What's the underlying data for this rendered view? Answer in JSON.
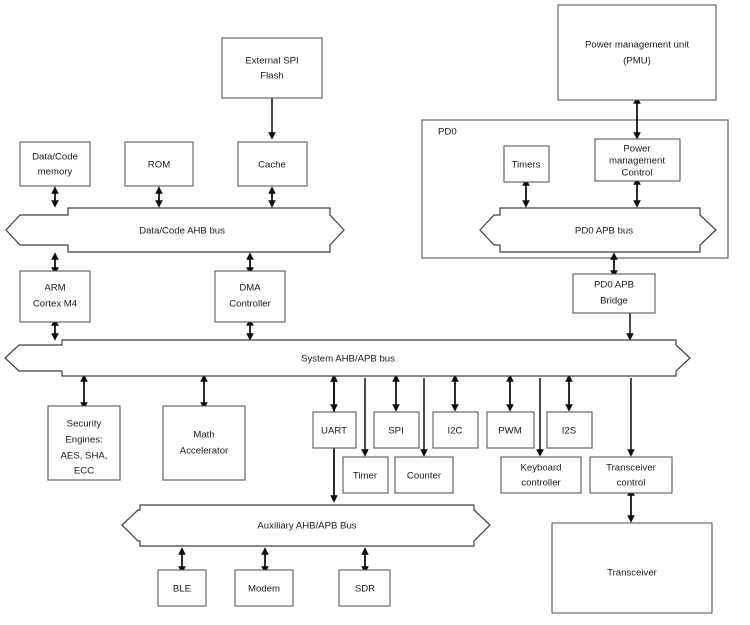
{
  "diagram": {
    "title": "SoC block diagram",
    "colors": {
      "box_stroke": "#5a5a5a",
      "bus_stroke": "#3f3f3f",
      "arrow": "#0d0d0d",
      "background": "#ffffff",
      "text": "#1a1a1a"
    },
    "blocks": [
      {
        "id": "external-spi-flash",
        "lines": [
          "External SPI",
          "Flash"
        ]
      },
      {
        "id": "data-code-memory",
        "lines": [
          "Data/Code",
          "memory"
        ]
      },
      {
        "id": "rom",
        "lines": [
          "ROM"
        ]
      },
      {
        "id": "cache",
        "lines": [
          "Cache"
        ]
      },
      {
        "id": "arm-cortex-m4",
        "lines": [
          "ARM",
          "Cortex M4"
        ]
      },
      {
        "id": "dma-controller",
        "lines": [
          "DMA",
          "Controller"
        ]
      },
      {
        "id": "security-engines",
        "lines": [
          "Security",
          "Engines:",
          "AES, SHA,",
          "ECC"
        ]
      },
      {
        "id": "math-accelerator",
        "lines": [
          "Math",
          "Accelerator"
        ]
      },
      {
        "id": "uart",
        "lines": [
          "UART"
        ]
      },
      {
        "id": "spi",
        "lines": [
          "SPI"
        ]
      },
      {
        "id": "i2c",
        "lines": [
          "I2C"
        ]
      },
      {
        "id": "pwm",
        "lines": [
          "PWM"
        ]
      },
      {
        "id": "i2s",
        "lines": [
          "I2S"
        ]
      },
      {
        "id": "timer",
        "lines": [
          "Timer"
        ]
      },
      {
        "id": "counter",
        "lines": [
          "Counter"
        ]
      },
      {
        "id": "keyboard-controller",
        "lines": [
          "Keyboard",
          "controller"
        ]
      },
      {
        "id": "transceiver-control",
        "lines": [
          "Transceiver",
          "control"
        ]
      },
      {
        "id": "transceiver",
        "lines": [
          "Transceiver"
        ]
      },
      {
        "id": "ble",
        "lines": [
          "BLE"
        ]
      },
      {
        "id": "modem",
        "lines": [
          "Modem"
        ]
      },
      {
        "id": "sdr",
        "lines": [
          "SDR"
        ]
      },
      {
        "id": "power-management-unit",
        "lines": [
          "Power management unit",
          "(PMU)"
        ]
      },
      {
        "id": "timers",
        "lines": [
          "Timers"
        ]
      },
      {
        "id": "power-management-control",
        "lines": [
          "Power",
          "management",
          "Control"
        ]
      },
      {
        "id": "pd0-apb-bridge",
        "lines": [
          "PD0 APB",
          "Bridge"
        ]
      }
    ],
    "groups": [
      {
        "id": "pd0",
        "label": "PD0"
      }
    ],
    "buses": [
      {
        "id": "data-code-ahb-bus",
        "label": "Data/Code AHB bus"
      },
      {
        "id": "system-ahb-apb-bus",
        "label": "System AHB/APB bus"
      },
      {
        "id": "auxiliary-ahb-apb-bus",
        "label": "Auxiliary AHB/APB Bus"
      },
      {
        "id": "pd0-apb-bus",
        "label": "PD0 APB bus"
      }
    ],
    "labels": {
      "external_spi_flash_l1": "External SPI",
      "external_spi_flash_l2": "Flash",
      "data_code_memory_l1": "Data/Code",
      "data_code_memory_l2": "memory",
      "rom": "ROM",
      "cache": "Cache",
      "data_code_ahb_bus": "Data/Code AHB bus",
      "arm_l1": "ARM",
      "arm_l2": "Cortex M4",
      "dma_l1": "DMA",
      "dma_l2": "Controller",
      "system_bus": "System AHB/APB bus",
      "security_l1": "Security",
      "security_l2": "Engines:",
      "security_l3": "AES, SHA,",
      "security_l4": "ECC",
      "math_l1": "Math",
      "math_l2": "Accelerator",
      "uart": "UART",
      "spi": "SPI",
      "i2c": "I2C",
      "pwm": "PWM",
      "i2s": "I2S",
      "timer": "Timer",
      "counter": "Counter",
      "keyboard_l1": "Keyboard",
      "keyboard_l2": "controller",
      "transceiver_control_l1": "Transceiver",
      "transceiver_control_l2": "control",
      "transceiver": "Transceiver",
      "aux_bus": "Auxiliary AHB/APB Bus",
      "ble": "BLE",
      "modem": "Modem",
      "sdr": "SDR",
      "pmu_l1": "Power management unit",
      "pmu_l2": "(PMU)",
      "pd0": "PD0",
      "timers": "Timers",
      "pmc_l1": "Power",
      "pmc_l2": "management",
      "pmc_l3": "Control",
      "pd0_apb_bus": "PD0 APB bus",
      "bridge_l1": "PD0 APB",
      "bridge_l2": "Bridge"
    }
  }
}
